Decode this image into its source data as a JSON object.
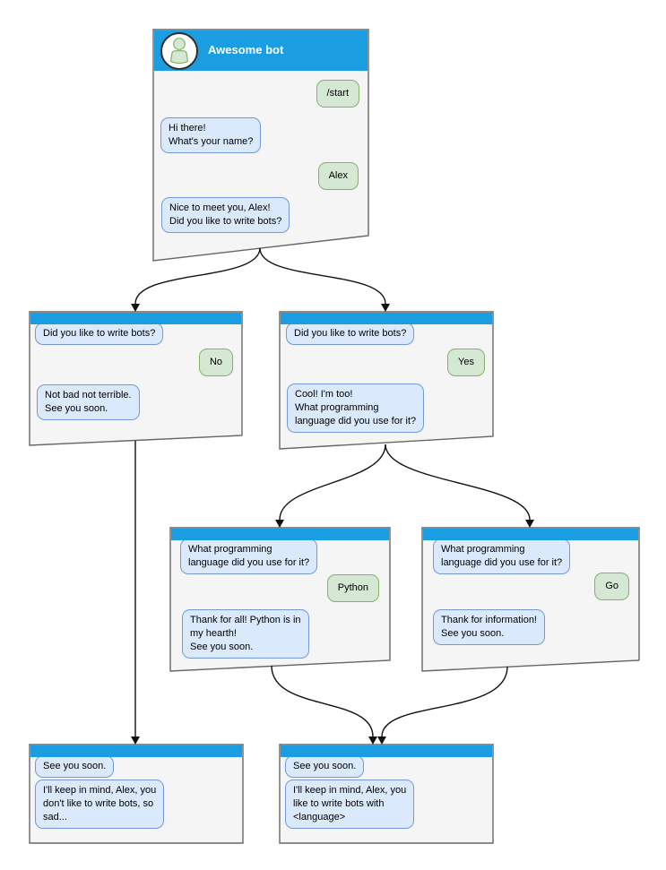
{
  "diagram": {
    "type": "chatbot-conversation-flowchart",
    "colors": {
      "titlebar_blue": "#1b9de2",
      "window_bg": "#f5f5f5",
      "window_border": "#666666",
      "bot_bubble_bg": "#dbe9fc",
      "bot_bubble_border": "#7499d6",
      "user_bubble_bg": "#d5e8d4",
      "user_bubble_border": "#82b366",
      "connector": "#111111"
    },
    "windows": [
      {
        "id": "start",
        "title": "Awesome bot",
        "messages": [
          {
            "from": "user",
            "text": "/start"
          },
          {
            "from": "bot",
            "text": "Hi there!\nWhat's your name?"
          },
          {
            "from": "user",
            "text": "Alex"
          },
          {
            "from": "bot",
            "text": "Nice to meet you, Alex!\nDid you like to write bots?"
          }
        ]
      },
      {
        "id": "branch-no",
        "messages": [
          {
            "from": "bot",
            "text": "Did you like to write bots?"
          },
          {
            "from": "user",
            "text": "No"
          },
          {
            "from": "bot",
            "text": "Not bad not terrible.\nSee you soon."
          }
        ]
      },
      {
        "id": "branch-yes",
        "messages": [
          {
            "from": "bot",
            "text": "Did you like to write bots?"
          },
          {
            "from": "user",
            "text": "Yes"
          },
          {
            "from": "bot",
            "text": "Cool! I'm too!\nWhat programming\nlanguage did you use for it?"
          }
        ]
      },
      {
        "id": "lang-python",
        "messages": [
          {
            "from": "bot",
            "text": "What programming\nlanguage did you use for it?"
          },
          {
            "from": "user",
            "text": "Python"
          },
          {
            "from": "bot",
            "text": "Thank for all! Python is in\nmy hearth!\nSee you soon."
          }
        ]
      },
      {
        "id": "lang-go",
        "messages": [
          {
            "from": "bot",
            "text": "What programming\nlanguage did you use for it?"
          },
          {
            "from": "user",
            "text": "Go"
          },
          {
            "from": "bot",
            "text": "Thank for information!\nSee you soon."
          }
        ]
      },
      {
        "id": "end-no",
        "messages": [
          {
            "from": "bot",
            "text": "See you soon."
          },
          {
            "from": "bot",
            "text": "I'll keep in mind, Alex, you\ndon't like to write bots, so\nsad..."
          }
        ]
      },
      {
        "id": "end-yes",
        "messages": [
          {
            "from": "bot",
            "text": "See you soon."
          },
          {
            "from": "bot",
            "text": "I'll keep in mind, Alex, you\nlike to write bots with\n<language>"
          }
        ]
      }
    ],
    "edges": [
      {
        "from": "start",
        "to": "branch-no"
      },
      {
        "from": "start",
        "to": "branch-yes"
      },
      {
        "from": "branch-yes",
        "to": "lang-python"
      },
      {
        "from": "branch-yes",
        "to": "lang-go"
      },
      {
        "from": "branch-no",
        "to": "end-no"
      },
      {
        "from": "lang-python",
        "to": "end-yes"
      },
      {
        "from": "lang-go",
        "to": "end-yes"
      }
    ]
  }
}
